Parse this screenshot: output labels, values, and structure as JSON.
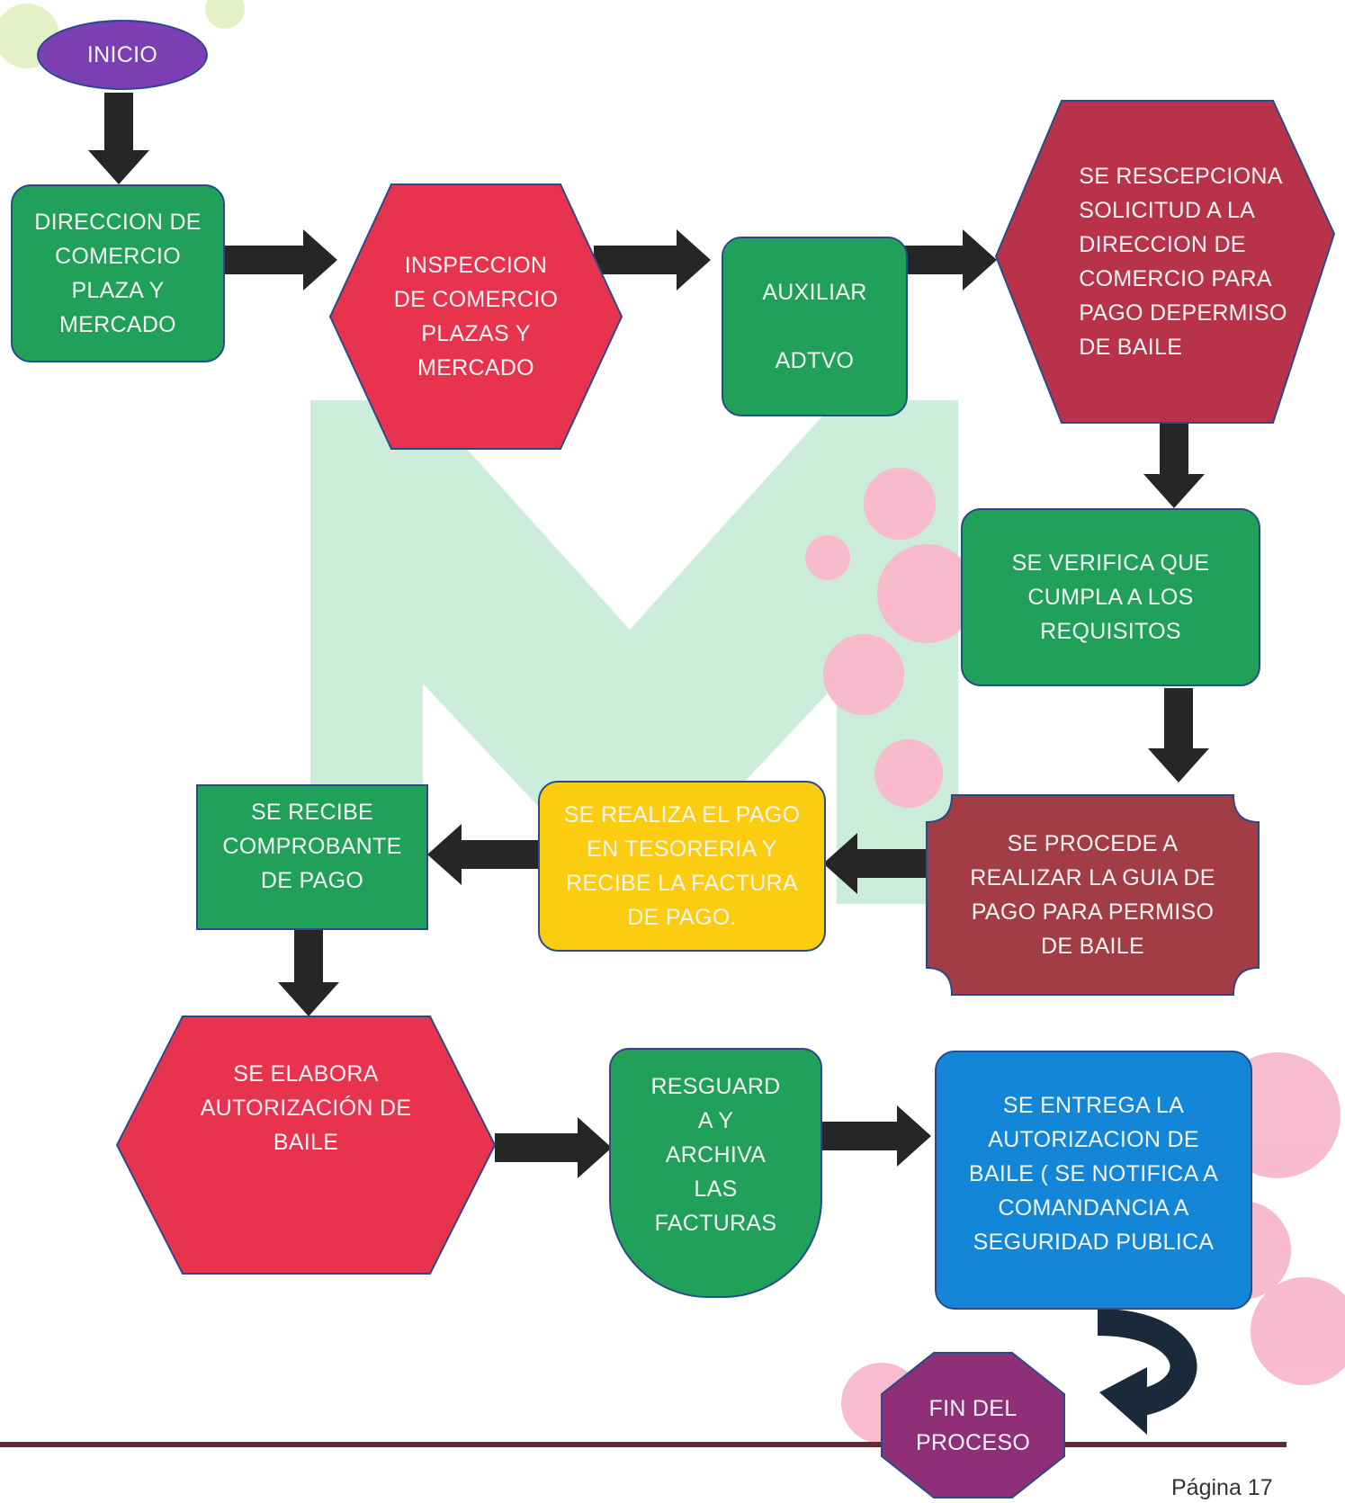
{
  "colors": {
    "green": "#21a05a",
    "red": "#e8334f",
    "darkred": "#b8334a",
    "maroon": "#a23c45",
    "yellow": "#fccc10",
    "blue": "#1386d8",
    "purple": "#7b3fb3",
    "plum": "#8e2f78",
    "arrow": "#262626",
    "watermark_green": "#c9ecd8",
    "watermark_pink": "#f7b8cb",
    "footer_line": "#5e2b34"
  },
  "nodes": {
    "inicio": "INICIO",
    "direccion": "DIRECCION DE\nCOMERCIO\nPLAZA Y\nMERCADO",
    "inspeccion": "INSPECCION\nDE COMERCIO\nPLAZAS Y\nMERCADO",
    "auxiliar": "AUXILIAR\n\nADTVO",
    "recepciona": "SE  RESCEPCIONA\nSOLICITUD A LA\nDIRECCION DE\nCOMERCIO PARA\nPAGO DEPERMISO\nDE BAILE",
    "verifica": "SE VERIFICA QUE\nCUMPLA A LOS\nREQUISITOS",
    "procede": "SE PROCEDE A\nREALIZAR LA GUIA DE\nPAGO PARA PERMISO\nDE BAILE",
    "realiza_pago": "SE REALIZA EL PAGO\nEN TESORERIA Y\nRECIBE LA FACTURA\nDE PAGO.",
    "recibe": "SE RECIBE\nCOMPROBANTE\nDE PAGO",
    "elabora": "SE ELABORA\nAUTORIZACIÓN DE\nBAILE",
    "resguarda": "RESGUARD\nA Y\nARCHIVA\nLAS\nFACTURAS",
    "entrega": "SE ENTREGA LA\nAUTORIZACION DE\nBAILE ( SE NOTIFICA A\nCOMANDANCIA A\nSEGURIDAD PUBLICA",
    "fin": "FIN DEL\nPROCESO"
  },
  "footer": {
    "page": "Página 17"
  }
}
